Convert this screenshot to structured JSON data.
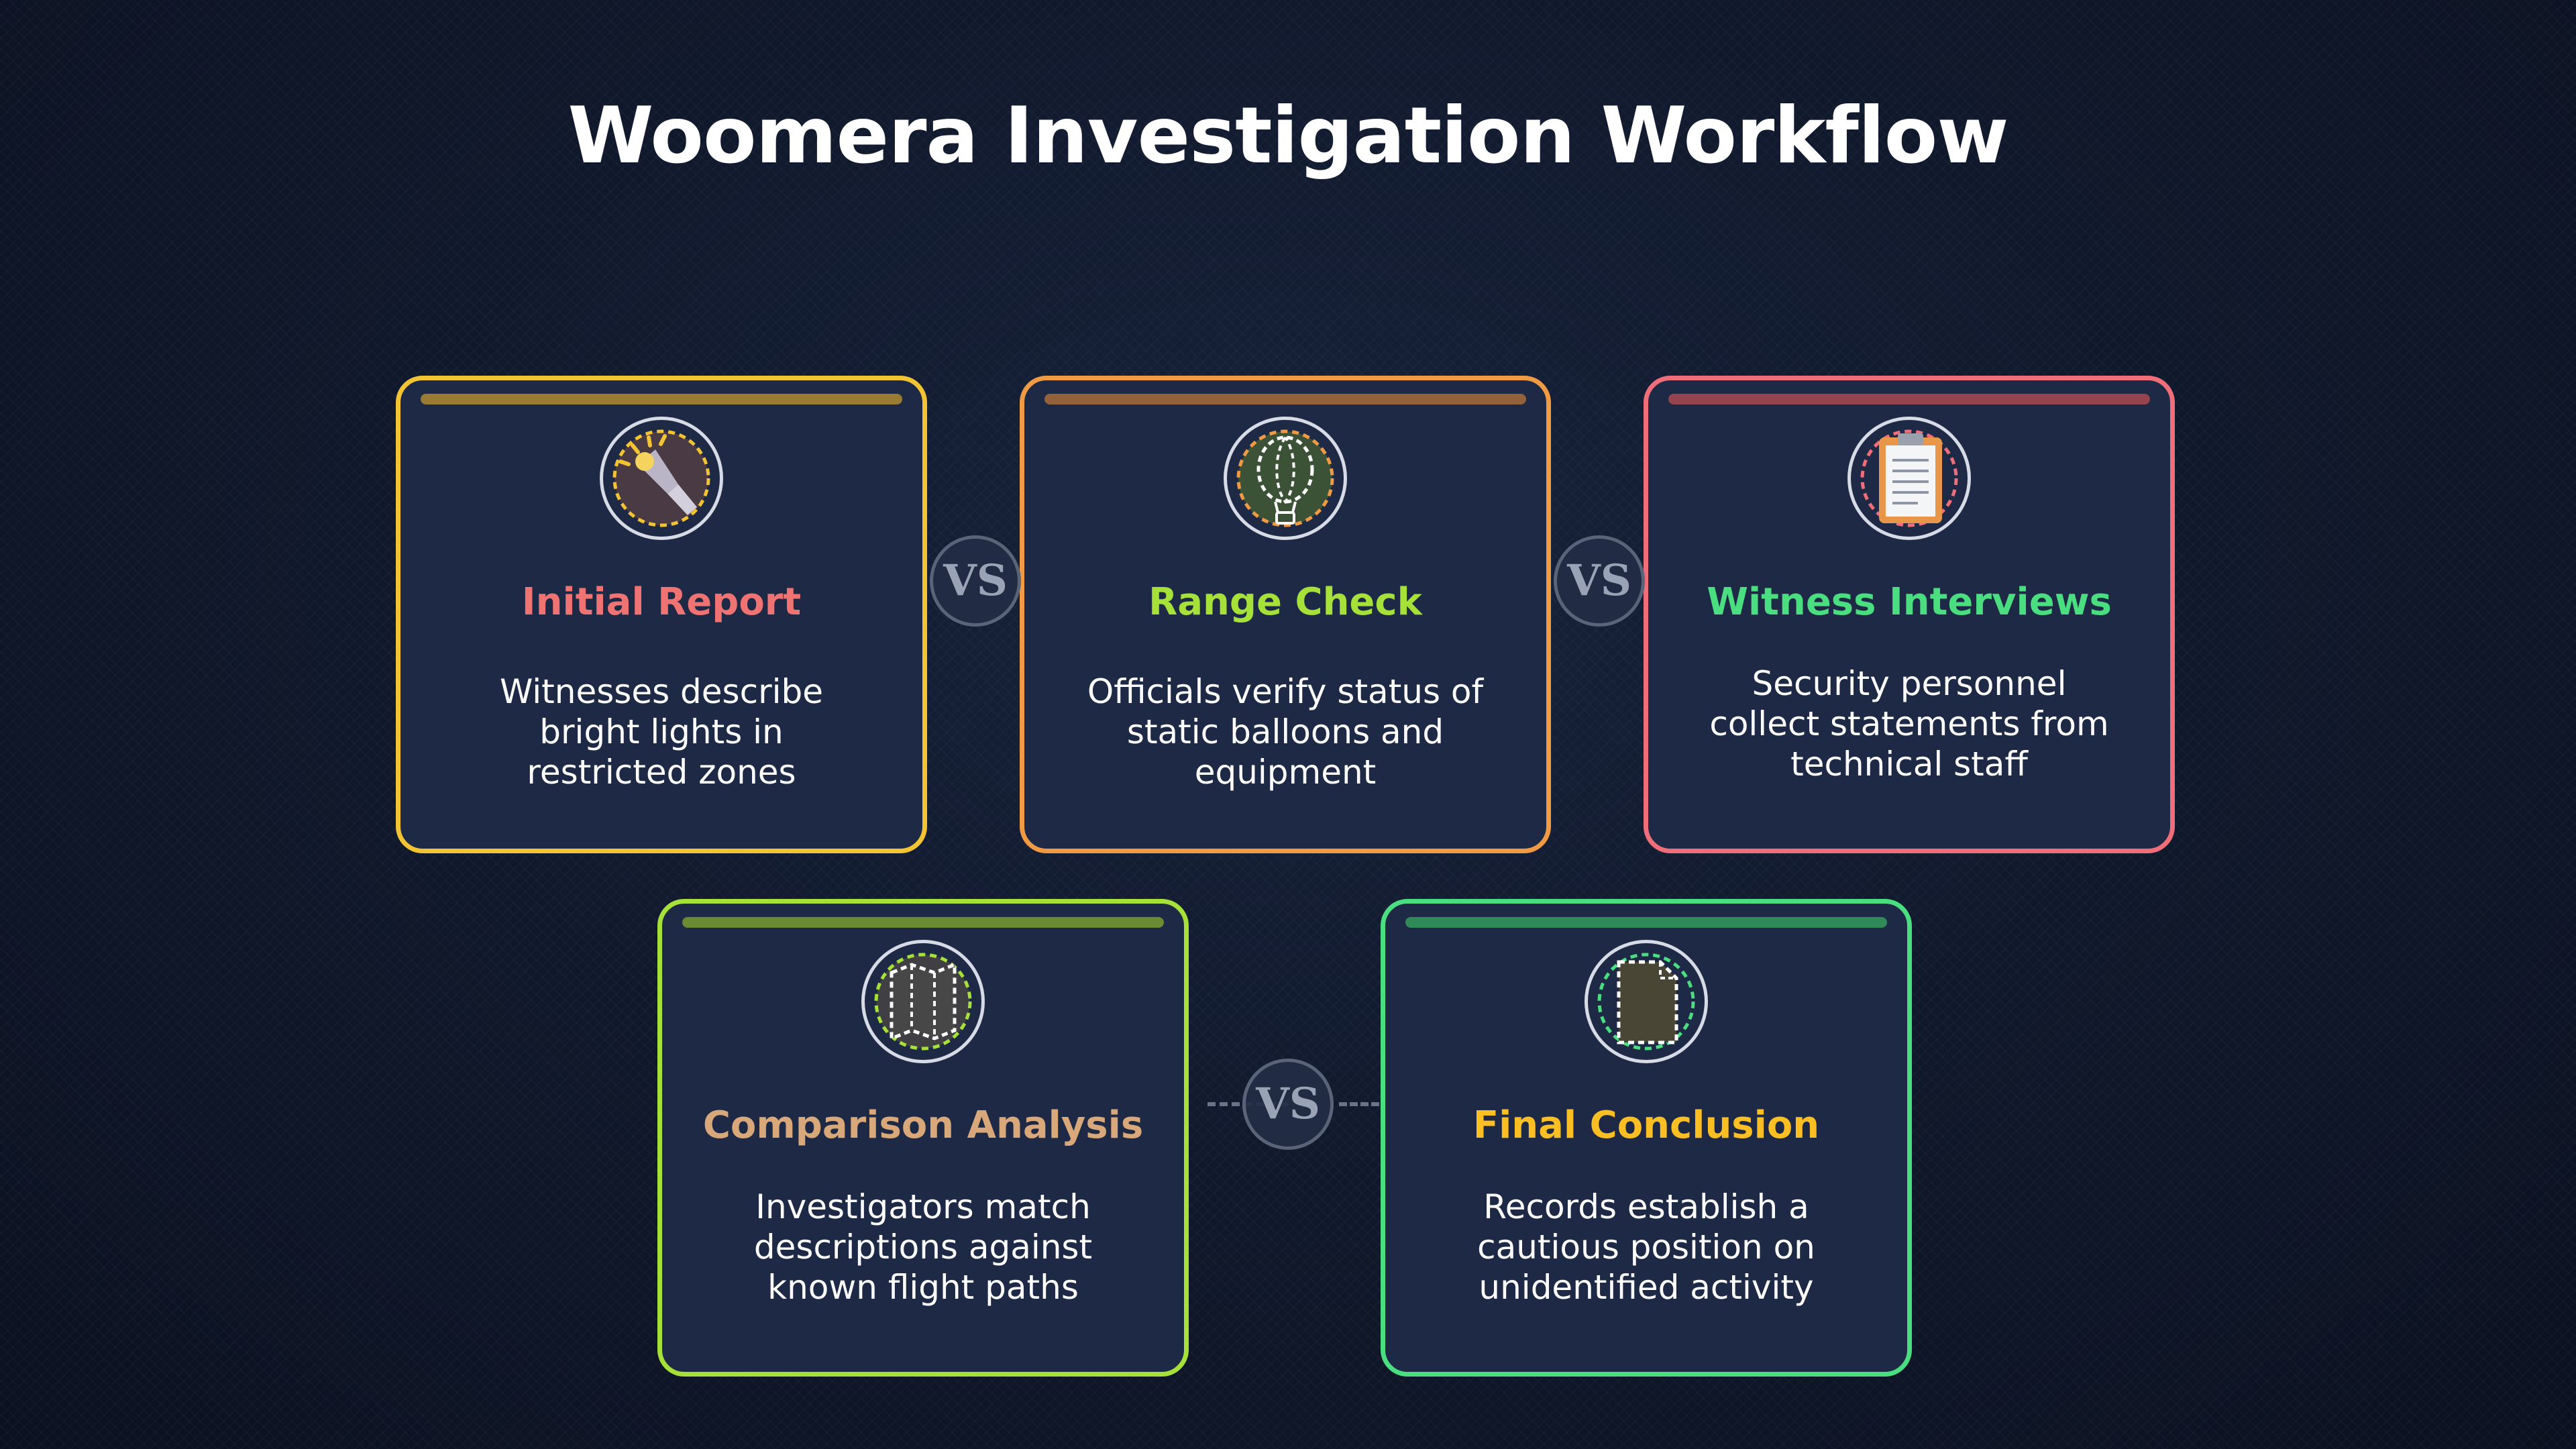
{
  "title": "Woomera Investigation Workflow",
  "vs_label": "VS",
  "steps": [
    {
      "title": "Initial Report",
      "desc": "Witnesses describe bright lights in restricted zones",
      "icon": "flashlight-icon",
      "border": "#f2c434",
      "bar": "#9a7b33",
      "title_color": "#f07374"
    },
    {
      "title": "Range Check",
      "desc": "Officials verify status of static balloons and equipment",
      "icon": "hot-air-balloon-icon",
      "border": "#f09a44",
      "bar": "#94623a",
      "title_color": "#a6e13a"
    },
    {
      "title": "Witness Interviews",
      "desc": "Security personnel collect statements from technical staff",
      "icon": "clipboard-icon",
      "border": "#ef6e7a",
      "bar": "#94434f",
      "title_color": "#4ade80"
    },
    {
      "title": "Comparison Analysis",
      "desc": "Investigators match descriptions against known flight paths",
      "icon": "map-icon",
      "border": "#a6e13a",
      "bar": "#6b8a34",
      "title_color": "#d9a87a"
    },
    {
      "title": "Final Conclusion",
      "desc": "Records establish a cautious position on unidentified activity",
      "icon": "document-icon",
      "border": "#4ade80",
      "bar": "#2f8a58",
      "title_color": "#fbbf24"
    }
  ]
}
